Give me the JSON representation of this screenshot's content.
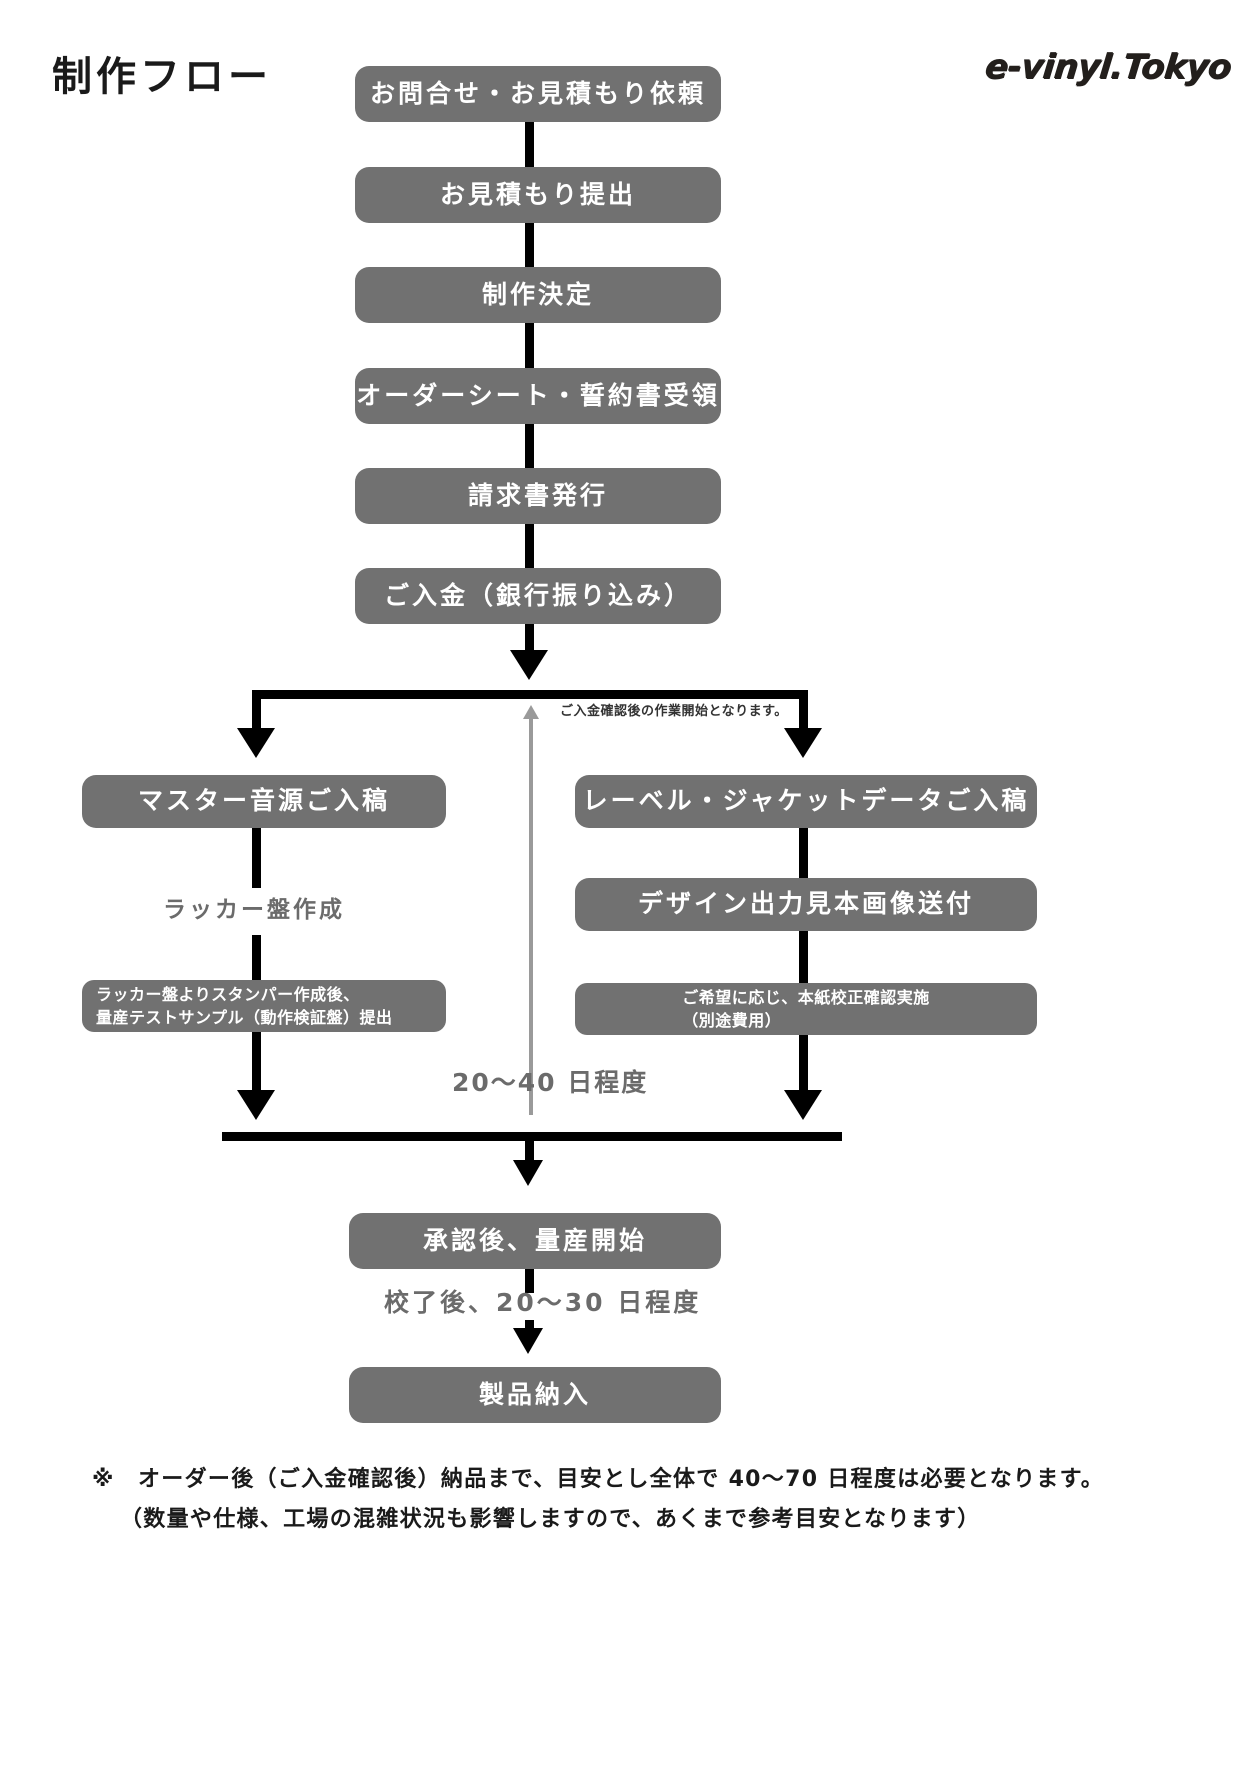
{
  "header": {
    "title": "制作フロー",
    "logo": "e-vinyl.Tokyo"
  },
  "colors": {
    "node_fill": "#717171",
    "node_text": "#ffffff",
    "connector": "#000000",
    "caption_text": "#6b6b6b",
    "duration_arrow": "#9a9a9a"
  },
  "main_flow": [
    {
      "label": "お問合せ・お見積もり依頼"
    },
    {
      "label": "お見積もり提出"
    },
    {
      "label": "制作決定"
    },
    {
      "label": "オーダーシート・誓約書受領"
    },
    {
      "label": "請求書発行"
    },
    {
      "label": "ご入金（銀行振り込み）"
    }
  ],
  "payment_note": "ご入金確認後の作業開始となります。",
  "left_branch": {
    "node": "マスター音源ご入稿",
    "caption": "ラッカー盤作成",
    "detail_line1": "ラッカー盤よりスタンパー作成後、",
    "detail_line2": "量産テストサンプル（動作検証盤）提出"
  },
  "right_branch": {
    "node": "レーベル・ジャケットデータご入稿",
    "node2": "デザイン出力見本画像送付",
    "detail_line1": "ご希望に応じ、本紙校正確認実施",
    "detail_line2": "（別途費用）"
  },
  "duration_label": "20〜40 日程度",
  "merge_flow": [
    {
      "label": "承認後、量産開始"
    },
    {
      "label": "製品納入"
    }
  ],
  "merge_caption": "校了後、20〜30 日程度",
  "footer": {
    "line1": "※　オーダー後（ご入金確認後）納品まで、目安とし全体で 40〜70 日程度は必要となります。",
    "line2": "（数量や仕様、工場の混雑状況も影響しますので、あくまで参考目安となります）"
  }
}
